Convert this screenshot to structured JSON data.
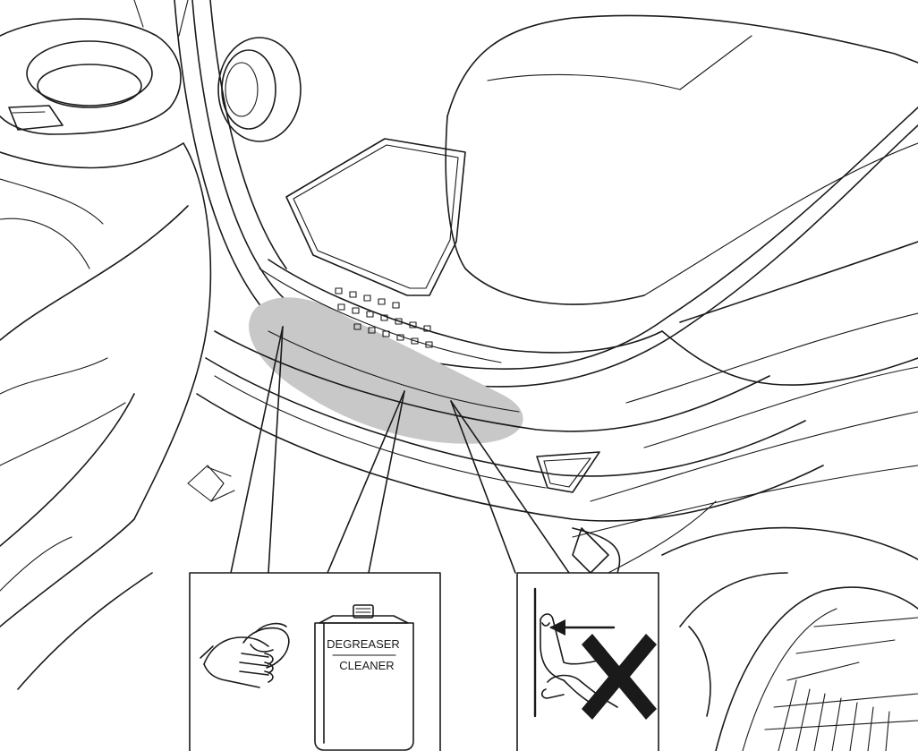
{
  "highlight_color": "#c8c8c8",
  "line_color": "#1a1a1a",
  "callouts": [
    {
      "name": "wipe-with-cloth",
      "icon": "cloth-wipe-icon"
    },
    {
      "name": "degreaser-cleaner",
      "icon": "cleaner-bottle-icon"
    },
    {
      "name": "do-not-touch",
      "icon": "finger-cross-icon"
    }
  ],
  "bottle": {
    "line1": "DEGREASER",
    "line2": "CLEANER"
  },
  "prohibition_mark": "✕"
}
